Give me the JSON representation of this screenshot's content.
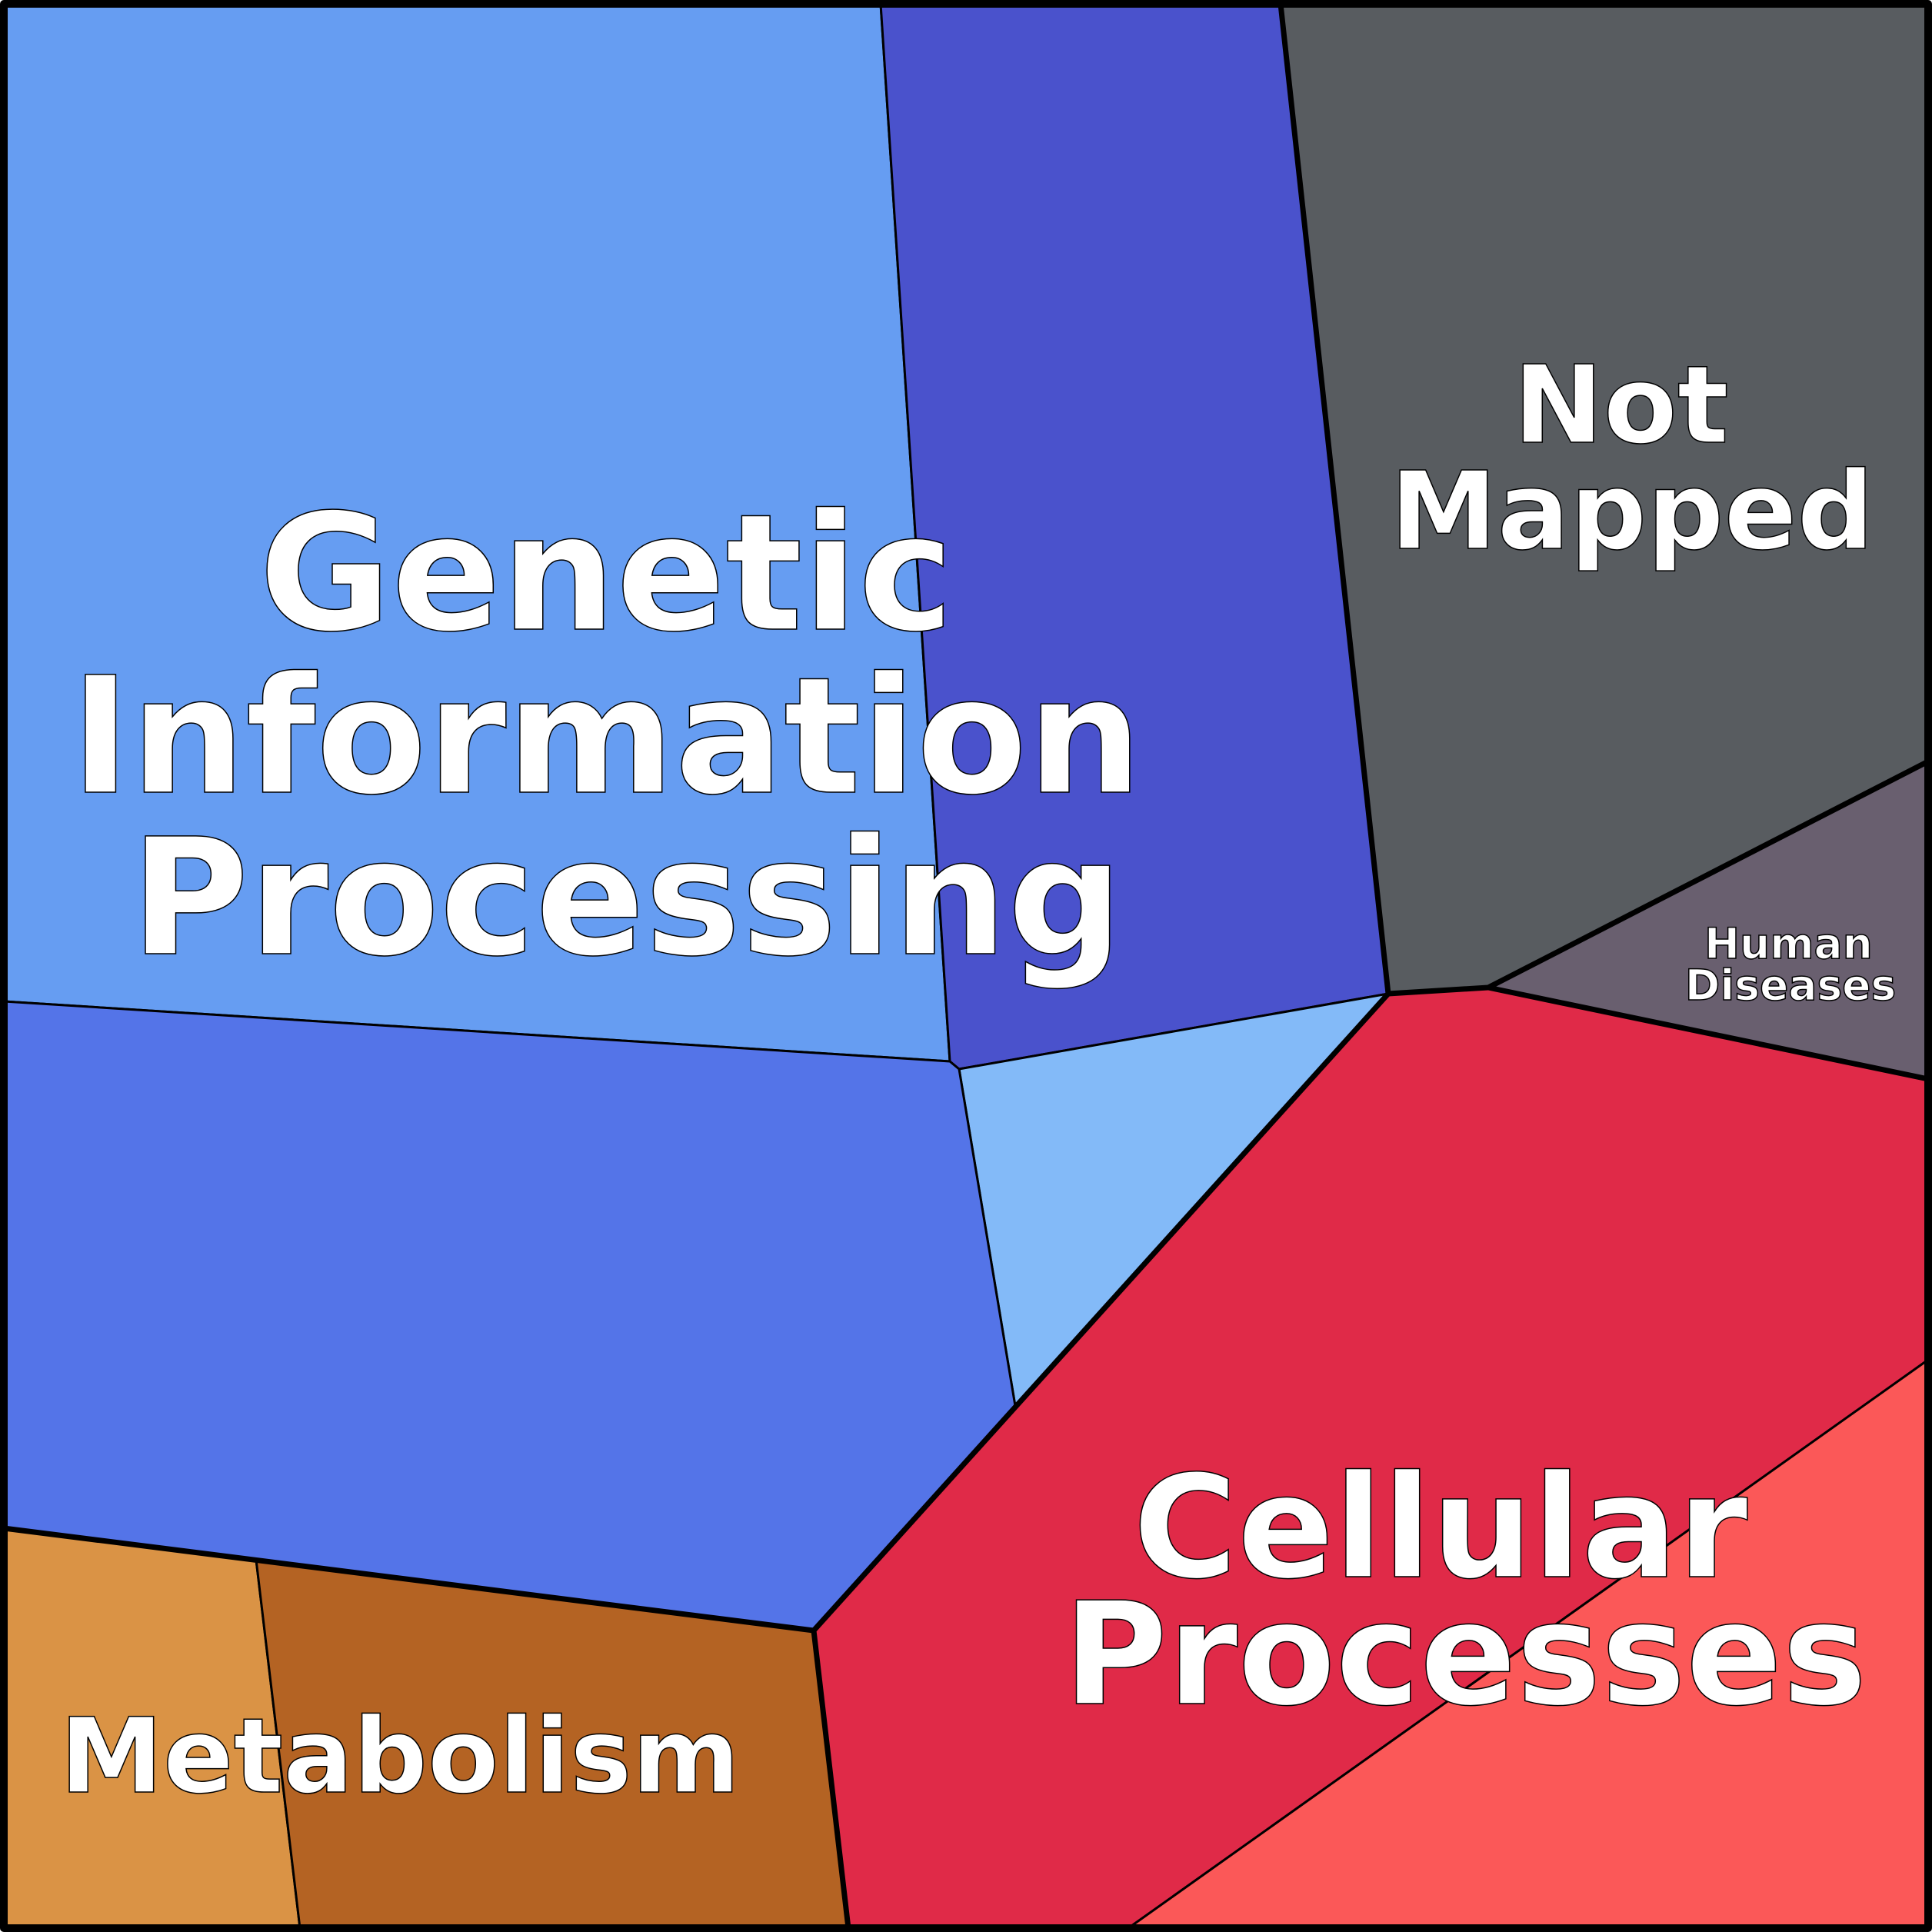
{
  "title": "KEGG pathway Voronoi treemap",
  "colors": {
    "gip_a": "#669DF2",
    "gip_b": "#4A52CC",
    "gip_c": "#5474E8",
    "gip_d": "#83BAF8",
    "not_mapped": "#585C60",
    "human_diseases": "#695F6F",
    "cellular_a": "#E02A48",
    "cellular_b": "#FB5858",
    "metabolism_a": "#DA9345",
    "metabolism_b": "#B46323"
  },
  "labels": {
    "genetic": [
      "Genetic",
      "Information",
      "Processing"
    ],
    "not_mapped": [
      "Not",
      "Mapped"
    ],
    "human_diseases": [
      "Human",
      "Diseases"
    ],
    "cellular": [
      "Cellular",
      "Processes"
    ],
    "metabolism": "Metabolism"
  }
}
